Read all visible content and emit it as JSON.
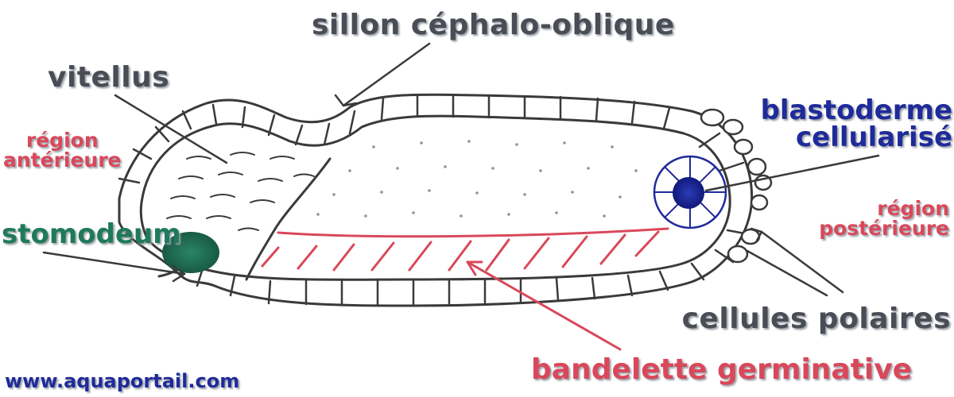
{
  "labels": {
    "sillon": "sillon céphalo-oblique",
    "vitellus": "vitellus",
    "region_anterieure_1": "région",
    "region_anterieure_2": "antérieure",
    "stomodeum": "stomodeum",
    "blastoderme_1": "blastoderme",
    "blastoderme_2": "cellularisé",
    "region_posterieure_1": "région",
    "region_posterieure_2": "postérieure",
    "cellules_polaires": "cellules polaires",
    "bandelette": "bandelette germinative",
    "website": "www.aquaportail.com"
  },
  "colors": {
    "outline": "#3a3a3a",
    "label_gray": "#4a4d55",
    "label_red": "#d9485a",
    "label_blue": "#1f2b99",
    "label_green": "#1f7a5a",
    "stomodeum_fill": "#1e6e55",
    "pole_fill": "#1f2b99",
    "band_red": "#d9485a"
  }
}
